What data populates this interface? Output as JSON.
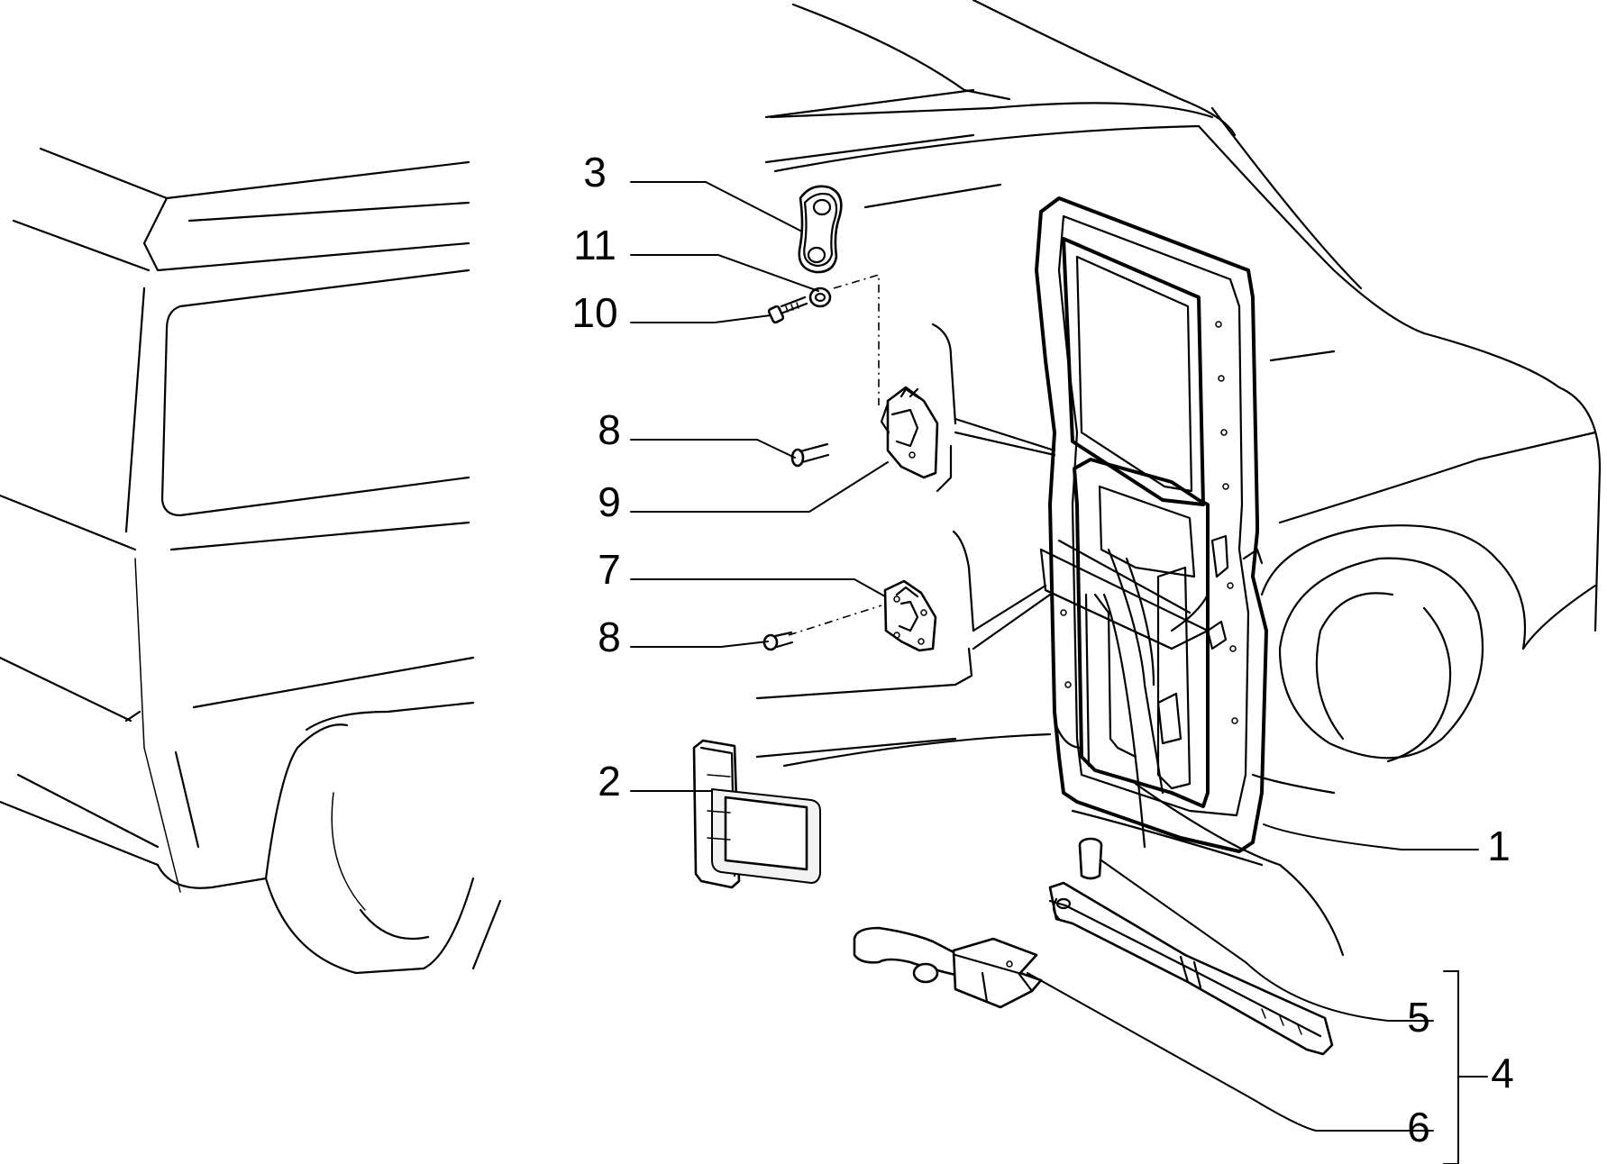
{
  "callouts": [
    {
      "id": "1",
      "label": "1"
    },
    {
      "id": "2",
      "label": "2"
    },
    {
      "id": "3",
      "label": "3"
    },
    {
      "id": "4",
      "label": "4"
    },
    {
      "id": "5",
      "label": "5"
    },
    {
      "id": "6",
      "label": "6"
    },
    {
      "id": "7",
      "label": "7"
    },
    {
      "id": "8a",
      "label": "8"
    },
    {
      "id": "8b",
      "label": "8"
    },
    {
      "id": "9",
      "label": "9"
    },
    {
      "id": "10",
      "label": "10"
    },
    {
      "id": "11",
      "label": "11"
    }
  ]
}
